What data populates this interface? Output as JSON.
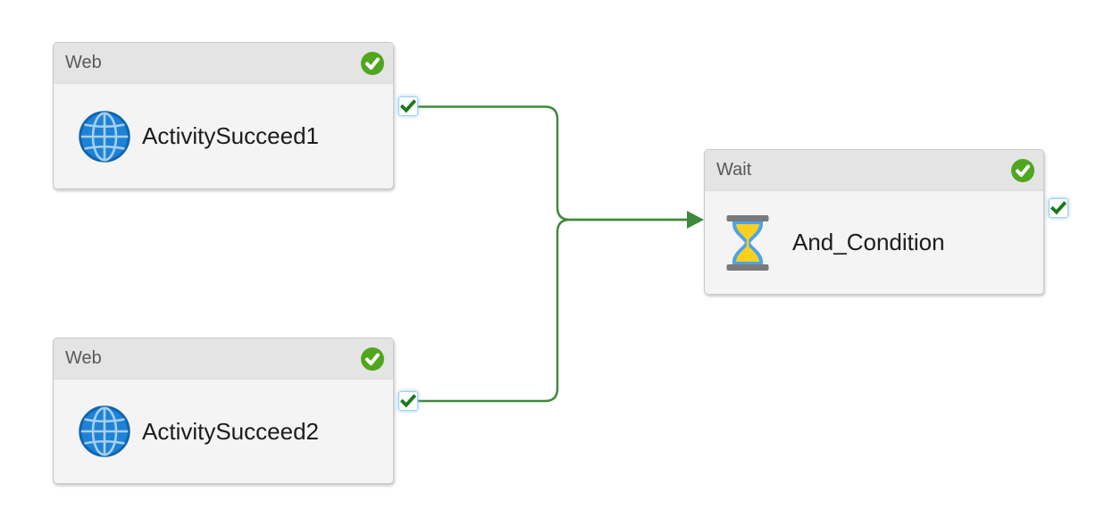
{
  "canvas": {
    "kind": "pipeline-designer-canvas",
    "background": "#ffffff"
  },
  "nodes": [
    {
      "type_label": "Web",
      "name": "ActivitySucceed1",
      "icon": "globe-icon",
      "status": "succeeded"
    },
    {
      "type_label": "Web",
      "name": "ActivitySucceed2",
      "icon": "globe-icon",
      "status": "succeeded"
    },
    {
      "type_label": "Wait",
      "name": "And_Condition",
      "icon": "hourglass-icon",
      "status": "succeeded"
    }
  ],
  "edges": [
    {
      "from": "ActivitySucceed1",
      "to": "And_Condition",
      "condition": "success"
    },
    {
      "from": "ActivitySucceed2",
      "to": "And_Condition",
      "condition": "success"
    }
  ],
  "colors": {
    "status_success_green": "#50a61e",
    "connector_green": "#3c8a3c",
    "port_check_green": "#1a7a1a",
    "port_border_blue": "#9fd0ee",
    "node_header_bg": "#e4e4e4",
    "node_body_bg": "#f4f4f4",
    "node_border": "#c9c9c9",
    "header_text": "#595959",
    "name_text": "#1c1c1c",
    "globe_blue": "#1e83d6",
    "globe_blue_dark": "#0f65ad",
    "globe_grid_blue": "#a8cff0",
    "hourglass_blue": "#4da4e8",
    "hourglass_sand_yellow": "#f9cf20",
    "hourglass_bar_gray": "#7a7a7a"
  }
}
